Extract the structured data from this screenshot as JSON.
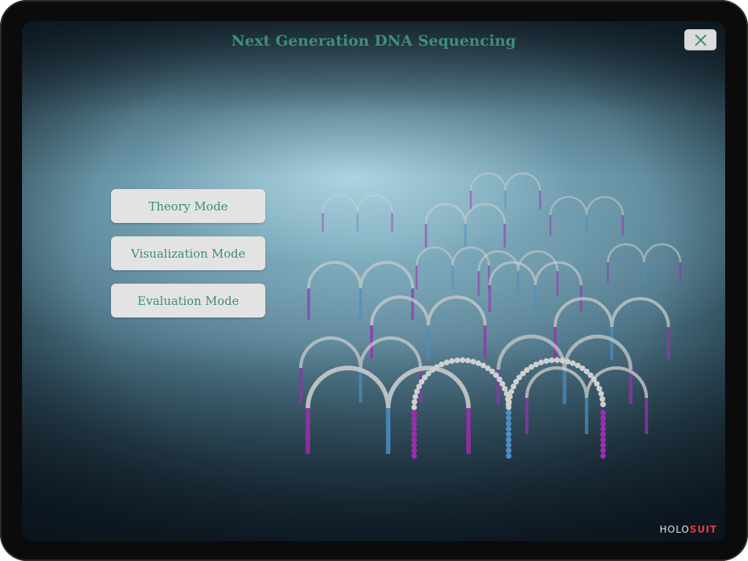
{
  "app": {
    "title": "Next Generation DNA Sequencing"
  },
  "menu": {
    "items": [
      {
        "label": "Theory Mode"
      },
      {
        "label": "Visualization Mode"
      },
      {
        "label": "Evaluation Mode"
      }
    ]
  },
  "close": {
    "icon": "close-icon"
  },
  "branding": {
    "part1": "HOLO",
    "part2": "SUIT"
  },
  "colors": {
    "title_text": "#3f8d7e",
    "button_bg": "#e3e3e3",
    "strand_backbone": "#d0d0d0",
    "strand_purple": "#9b2fb0",
    "strand_blue": "#4a8fc4",
    "brand_accent": "#e8393b"
  }
}
